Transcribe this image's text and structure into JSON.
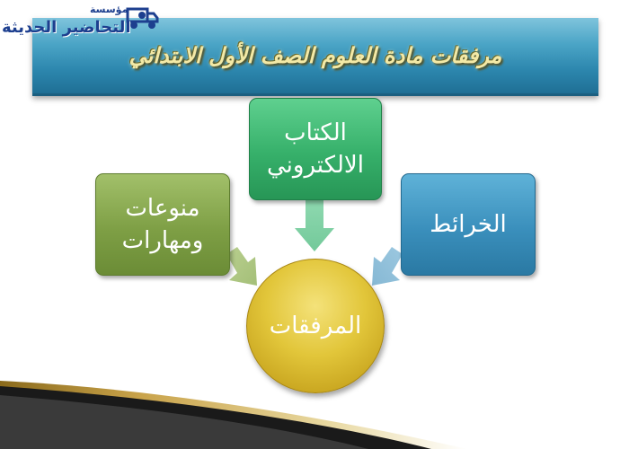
{
  "title": "مرفقات مادة العلوم الصف الأول الابتدائي",
  "logo": {
    "top_text": "مؤسسة",
    "main_text": "التحاضير الحديثة",
    "icon": "truck-icon"
  },
  "nodes": {
    "left": "منوعات ومهارات",
    "top": "الكتاب الالكتروني",
    "right": "الخرائط",
    "center": "المرفقات"
  },
  "colors": {
    "banner": "#2c86ad",
    "title_text": "#f3e9a6",
    "left_box": "#7e9f45",
    "top_box": "#36b06a",
    "right_box": "#3a8fbc",
    "center_circle": "#e2c63a",
    "logo_text": "#1d3f8f"
  }
}
